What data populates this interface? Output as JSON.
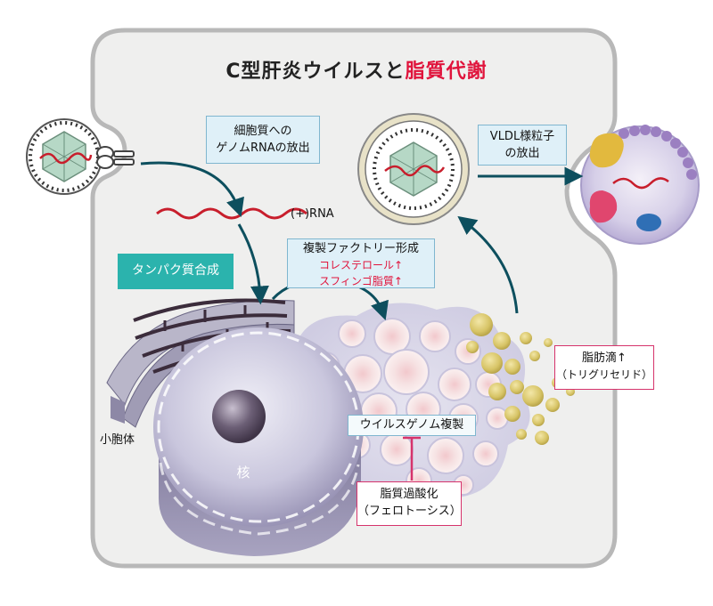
{
  "title": {
    "main": "C型肝炎ウイルスと",
    "highlight": "脂質代謝"
  },
  "colors": {
    "highlight": "#e0143c",
    "arrow": "#0d4f5e",
    "teal_box": "#2bb3ad",
    "pink_border": "#d6336c",
    "info_box": "#dff0f8"
  },
  "labels": {
    "rna_release": [
      "細胞質への",
      "ゲノムRNAの放出"
    ],
    "plus_rna": "(+)RNA",
    "protein_synthesis": "タンパク質合成",
    "replication_factory": "複製ファクトリー形成",
    "cholesterol": "コレステロール↑",
    "sphingolipid": "スフィンゴ脂質↑",
    "vldl_release": [
      "VLDL様粒子",
      "の放出"
    ],
    "lipid_droplet": [
      "脂肪滴↑",
      "（トリグリセリド）"
    ],
    "viral_replication": "ウイルスゲノム複製",
    "lipid_peroxidation": [
      "脂質過酸化",
      "（フェロトーシス）"
    ],
    "er": "小胞体",
    "nucleus": "核"
  },
  "icons": [
    "virus-particle-icon",
    "receptor-icon",
    "lipoviroparticle-icon",
    "vldl-particle-icon",
    "inhibition-icon"
  ]
}
